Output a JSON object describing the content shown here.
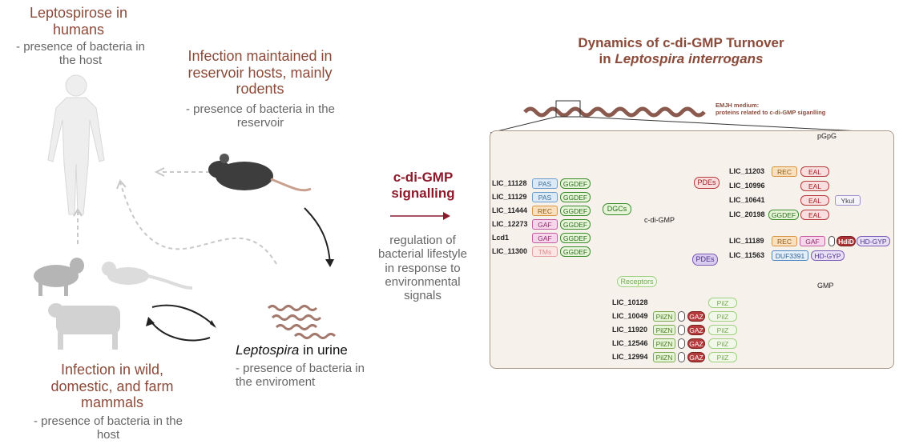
{
  "left": {
    "humans_title": "Leptospirose in humans",
    "humans_sub": "- presence of bacteria in the host",
    "reservoir_title": "Infection maintained in reservoir hosts, mainly rodents",
    "reservoir_sub": "- presence of bacteria in the reservoir",
    "mammals_title": "Infection in wild, domestic, and farm mammals",
    "mammals_sub": "- presence of bacteria in the host",
    "urine_title_italic": "Leptospira",
    "urine_title_rest": " in urine",
    "urine_sub": "- presence of bacteria in the enviroment"
  },
  "center": {
    "signal_title": "c-di-GMP signalling",
    "regulation": "regulation of bacterial lifestyle in response to environmental signals"
  },
  "right": {
    "title_line1": "Dynamics of c-di-GMP Turnover",
    "title_line2_prefix": "in ",
    "title_line2_italic": "Leptospira interrogans",
    "emjh_1": "EMJH medium:",
    "emjh_2": "proteins related to c-di-GMP siganlling",
    "pgpg": "pGpG",
    "gmp": "GMP",
    "dgcs": "DGCs",
    "cdigmp": "c-di-GMP",
    "pdes_top": "PDEs",
    "pdes_bottom": "PDEs",
    "receptors": "Receptors",
    "dgc_rows": [
      {
        "id": "LIC_11128",
        "domain": "PAS",
        "end": "GGDEF"
      },
      {
        "id": "LIC_11129",
        "domain": "PAS",
        "end": "GGDEF"
      },
      {
        "id": "LIC_11444",
        "domain": "REC",
        "end": "GGDEF"
      },
      {
        "id": "LIC_12273",
        "domain": "GAF",
        "end": "GGDEF"
      },
      {
        "id": "Lcd1",
        "domain": "GAF",
        "end": "GGDEF"
      },
      {
        "id": "LIC_11300",
        "domain": "TMs",
        "end": "GGDEF"
      }
    ],
    "eal_rows": [
      {
        "id": "LIC_11203",
        "a": "REC",
        "b": "EAL"
      },
      {
        "id": "LIC_10996",
        "a": "",
        "b": "EAL"
      },
      {
        "id": "LIC_10641",
        "a": "",
        "b": "EAL",
        "c": "YkuI"
      },
      {
        "id": "LIC_20198",
        "a": "GGDEF",
        "b": "EAL"
      }
    ],
    "hdgyp_rows": [
      {
        "id": "LIC_11189",
        "a": "REC",
        "b": "GAF",
        "c": "HdiD",
        "d": "HD-GYP"
      },
      {
        "id": "LIC_11563",
        "a": "DUF3391",
        "d": "HD-GYP"
      }
    ],
    "receptor_rows": [
      {
        "id": "LIC_10128",
        "pilzn": "",
        "gaz": "",
        "pilz": "PilZ"
      },
      {
        "id": "LIC_10049",
        "pilzn": "PilZN",
        "gaz": "GAZ",
        "pilz": "PilZ"
      },
      {
        "id": "LIC_11920",
        "pilzn": "PilZN",
        "gaz": "GAZ",
        "pilz": "PilZ"
      },
      {
        "id": "LIC_12546",
        "pilzn": "PilZN",
        "gaz": "GAZ",
        "pilz": "PilZ"
      },
      {
        "id": "LIC_12994",
        "pilzn": "PilZN",
        "gaz": "GAZ",
        "pilz": "PilZ"
      }
    ]
  },
  "colors": {
    "title_brown": "#8a4b3a",
    "arrow_red": "#8b1a2a",
    "body_grey": "#666666"
  }
}
